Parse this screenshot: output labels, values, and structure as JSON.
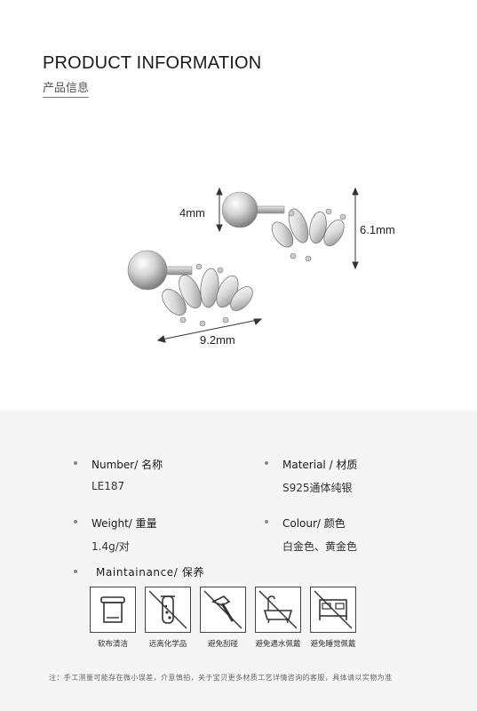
{
  "header": {
    "title": "PRODUCT INFORMATION",
    "subtitle": "产品信息"
  },
  "dimensions": {
    "ball": "4mm",
    "height": "6.1mm",
    "width": "9.2mm"
  },
  "specs": {
    "number": {
      "label": "Number/ 名称",
      "value": "LE187"
    },
    "material": {
      "label": "Material / 材质",
      "value": "S925通体纯银"
    },
    "weight": {
      "label": "Weight/ 重量",
      "value": "1.4g/对"
    },
    "colour": {
      "label": "Colour/ 颜色",
      "value": "白金色、黄金色"
    }
  },
  "maintenance": {
    "label": "Maintainance/ 保养",
    "items": [
      {
        "caption": "软布清洁",
        "icon": "soft-cloth-icon"
      },
      {
        "caption": "远离化学品",
        "icon": "chemical-prohibited-icon"
      },
      {
        "caption": "避免刮碰",
        "icon": "hammer-prohibited-icon"
      },
      {
        "caption": "避免遇水佩戴",
        "icon": "bath-prohibited-icon"
      },
      {
        "caption": "避免睡觉佩戴",
        "icon": "bed-prohibited-icon"
      }
    ]
  },
  "footer": {
    "note": "注：手工测量可能存在微小误差，介意慎拍，关于宝贝更多材质工艺详情咨询的客服，具体请以实物为准"
  },
  "colors": {
    "bottom_bg": "#f5f5f5",
    "text": "#1a1a1a",
    "metal": "#c9c9c9"
  }
}
